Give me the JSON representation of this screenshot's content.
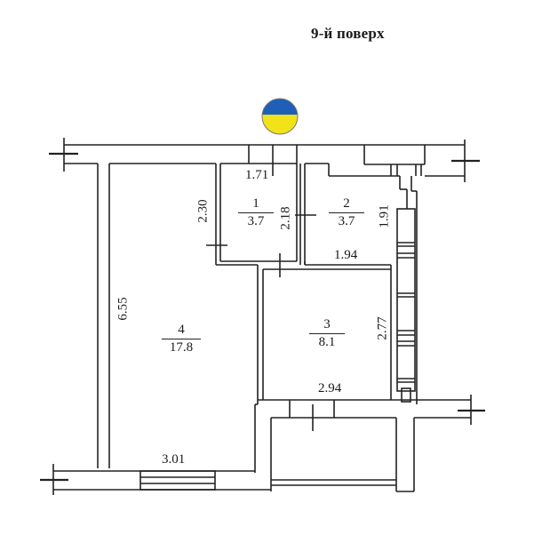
{
  "title": "9-й поверх",
  "marker": {
    "icon": "ukraine-flag-icon",
    "colors": {
      "top": "#1f5fb8",
      "bottom": "#f2e21a"
    }
  },
  "rooms": [
    {
      "number": "1",
      "area": "3.7"
    },
    {
      "number": "2",
      "area": "3.7"
    },
    {
      "number": "3",
      "area": "8.1"
    },
    {
      "number": "4",
      "area": "17.8"
    }
  ],
  "dimensions": {
    "room1_width": "1.71",
    "room1_height": "2.18",
    "left_partition": "2.30",
    "room2_height": "1.91",
    "room2_width": "1.94",
    "room4_height": "6.55",
    "room3_height": "2.77",
    "room3_width": "2.94",
    "room4_width": "3.01"
  }
}
